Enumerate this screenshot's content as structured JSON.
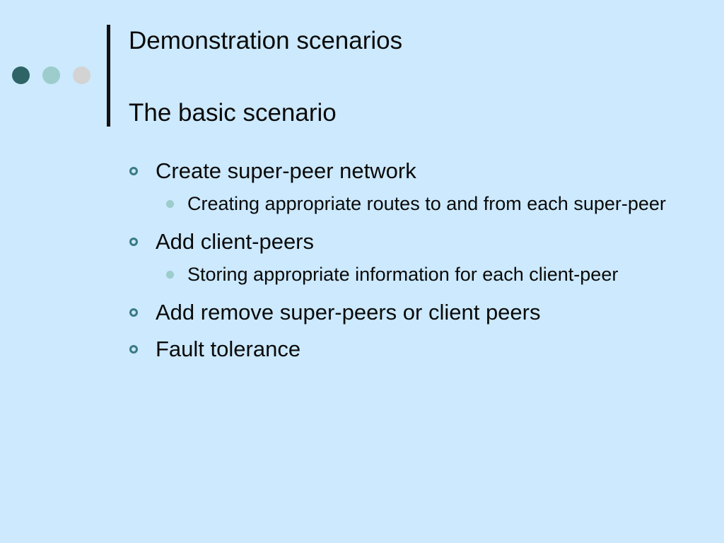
{
  "title": {
    "line1": "Demonstration scenarios",
    "line2": "The basic scenario"
  },
  "bullets": [
    {
      "text": "Create super-peer network",
      "sub": "Creating appropriate routes to and from each super-peer"
    },
    {
      "text": "Add client-peers",
      "sub": "Storing appropriate information for each client-peer"
    },
    {
      "text": "Add remove super-peers or client peers"
    },
    {
      "text": "Fault tolerance"
    }
  ],
  "colors": {
    "background": "#cce9fd",
    "dot_dark": "#2f6467",
    "dot_mid": "#9ccccc",
    "dot_light": "#d3d3d3",
    "bullet_ring": "#3a7a85"
  }
}
